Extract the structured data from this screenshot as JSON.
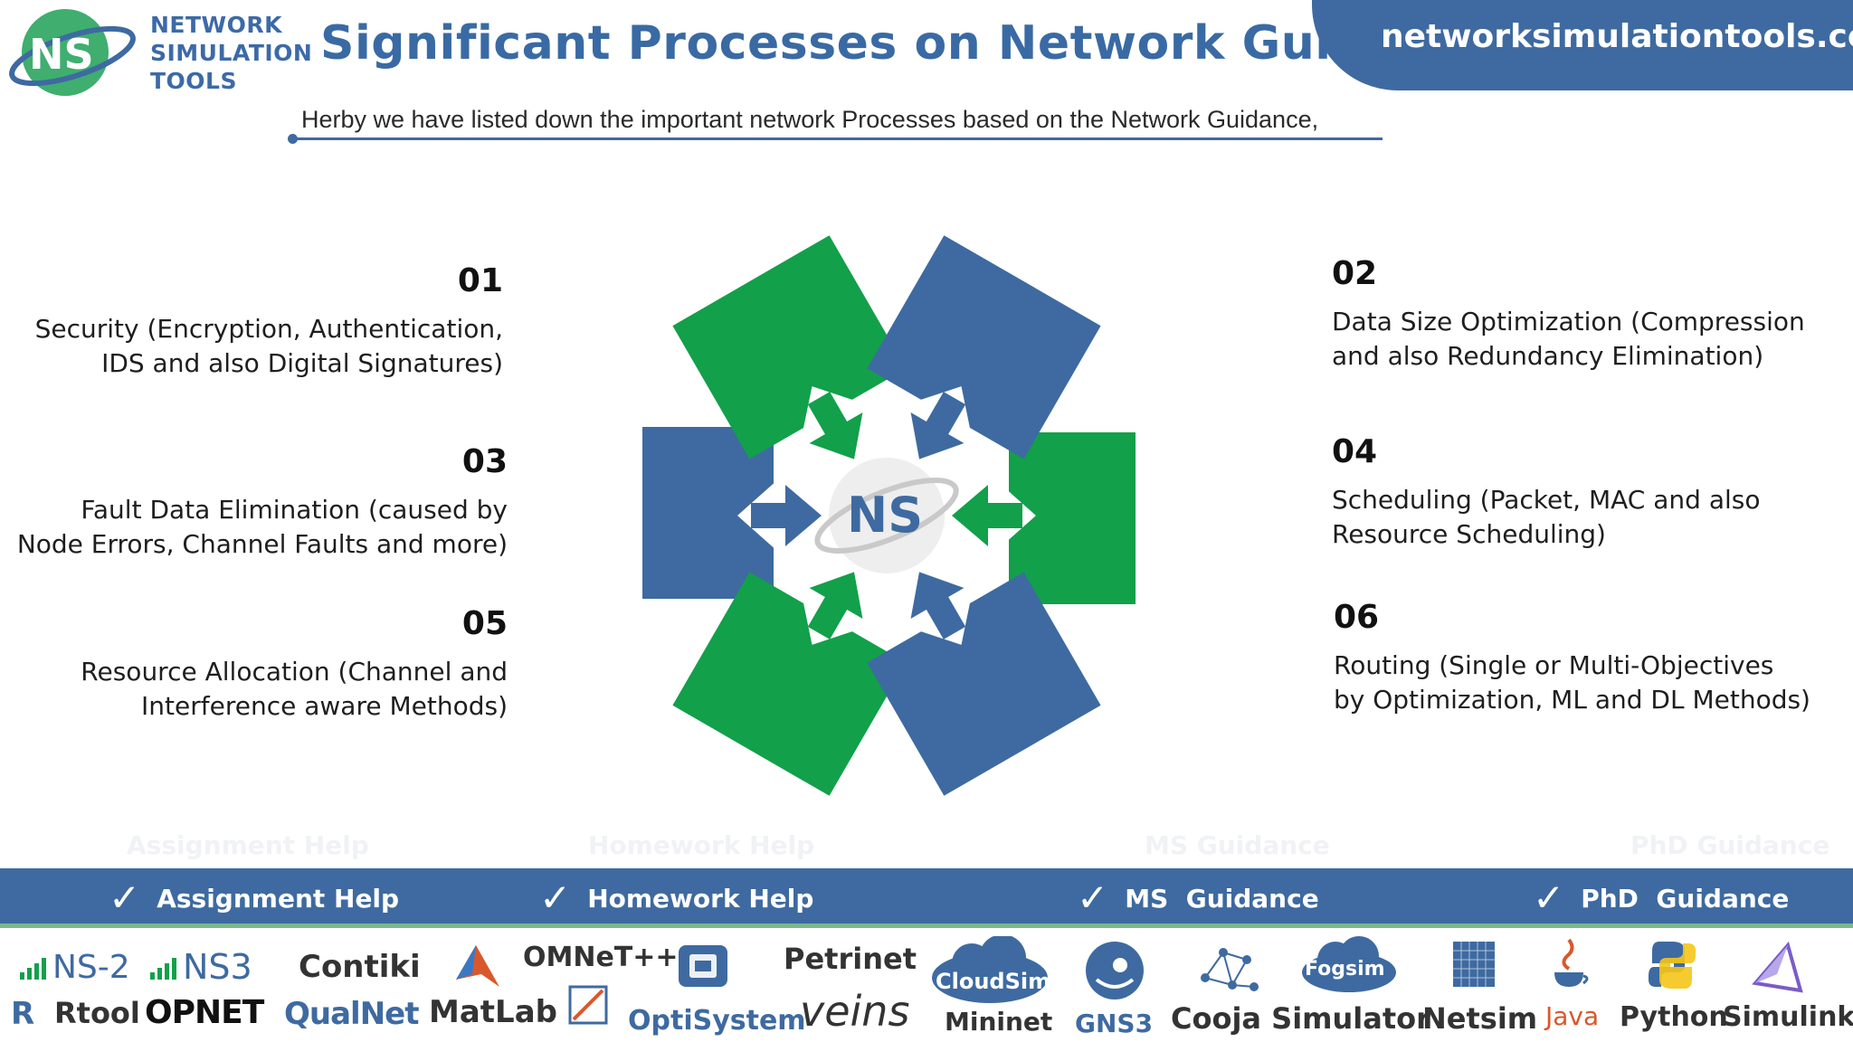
{
  "header": {
    "logo_initials": "NS",
    "logo_lines": [
      "NETWORK",
      "SIMULATION",
      "TOOLS"
    ],
    "title": "Significant Processes on Network Guidance",
    "url": "networksimulationtools.com",
    "subtitle": "Herby we have listed down the important network Processes based on the Network Guidance,"
  },
  "center": {
    "initials": "NS"
  },
  "items": [
    {
      "num": "01",
      "line1": "Security (Encryption, Authentication,",
      "line2": "IDS and also Digital Signatures)"
    },
    {
      "num": "02",
      "line1": "Data Size Optimization (Compression",
      "line2": "and also Redundancy Elimination)"
    },
    {
      "num": "03",
      "line1": "Fault Data Elimination (caused by",
      "line2": "Node Errors, Channel Faults and more)"
    },
    {
      "num": "04",
      "line1": "Scheduling (Packet, MAC and also",
      "line2": "Resource Scheduling)"
    },
    {
      "num": "05",
      "line1": "Resource Allocation (Channel and",
      "line2": "Interference aware Methods)"
    },
    {
      "num": "06",
      "line1": "Routing (Single or Multi-Objectives",
      "line2": "by Optimization, ML and DL Methods)"
    }
  ],
  "band": {
    "check_glyph": "✓",
    "items": [
      "Assignment Help",
      "Homework Help",
      "MS  Guidance",
      "PhD  Guidance"
    ]
  },
  "tools": {
    "ns2": "NS-2",
    "ns3": "NS3",
    "contiki": "Contiki",
    "omnet": "OMNeT++",
    "petrinet": "Petrinet",
    "rtool": "Rtool",
    "rtool_r": "R",
    "opnet": "OPNET",
    "qualnet": "QualNet",
    "matlab": "MatLab",
    "optisystem": "OptiSystem",
    "veins": "veins",
    "cloudsim": "CloudSim",
    "mininet": "Mininet",
    "gns3": "GNS3",
    "fogsim": "Fogsim",
    "cooja": "Cooja Simulator",
    "netsim": "Netsim",
    "java": "Java",
    "python": "Python",
    "simulink": "Simulink"
  },
  "colors": {
    "brand_blue": "#3e6aa1",
    "brand_green": "#12a04a",
    "band_accent": "#79b98a"
  }
}
